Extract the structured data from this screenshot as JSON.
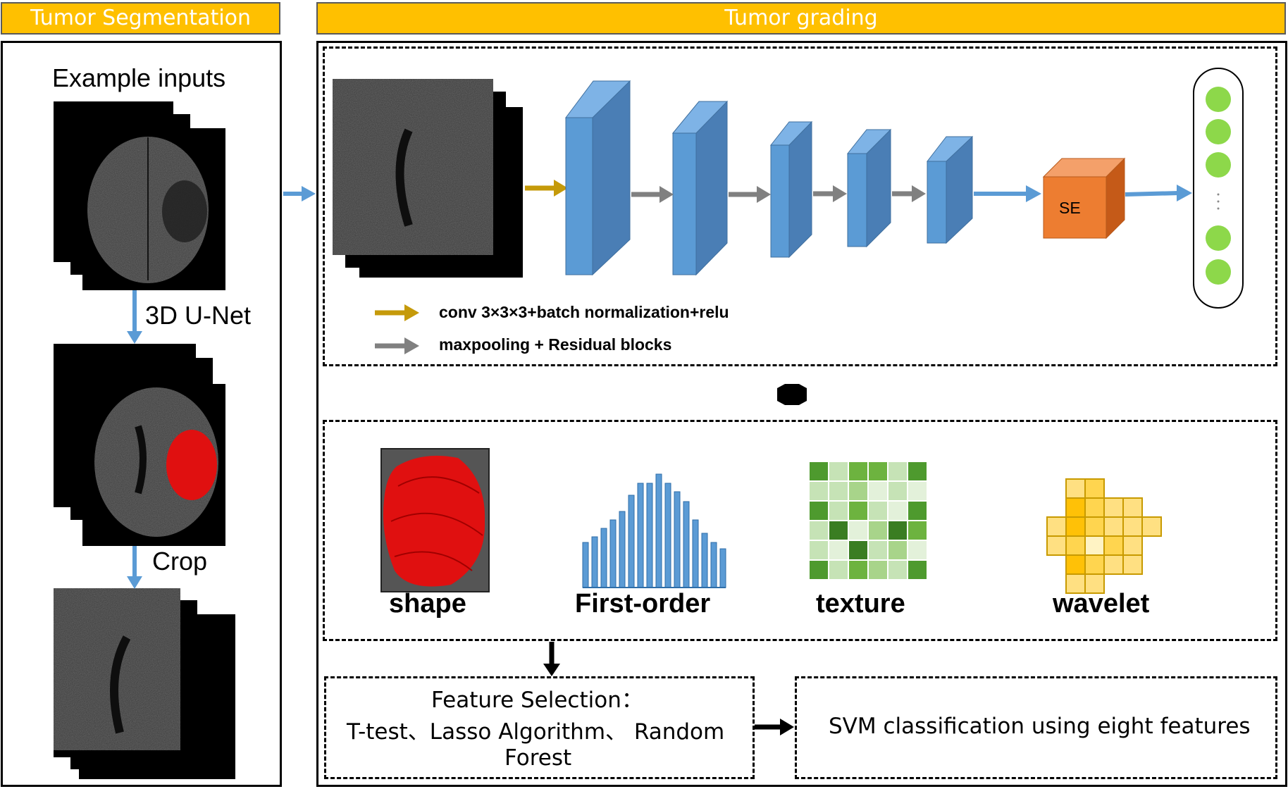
{
  "segmentation": {
    "header": "Tumor Segmentation",
    "example_label": "Example inputs",
    "step1": "3D U-Net",
    "step2": "Crop"
  },
  "grading": {
    "header": "Tumor grading",
    "se_label": "SE",
    "legend": [
      {
        "text": "conv 3×3×3+batch normalization+relu",
        "color": "#C59A0A"
      },
      {
        "text": "maxpooling + Residual blocks",
        "color": "#808080"
      }
    ],
    "features": [
      "shape",
      "First-order",
      "texture",
      "wavelet"
    ],
    "selection": {
      "title": "Feature Selection：",
      "line2": "T-test、Lasso Algorithm、 Random",
      "line3": "Forest"
    },
    "svm": "SVM classification using eight features"
  },
  "colors": {
    "header": "#FFC000",
    "block": "#5B9BD5",
    "se": "#ED7D31",
    "node": "#8DD84A",
    "tumor": "#E01010"
  }
}
